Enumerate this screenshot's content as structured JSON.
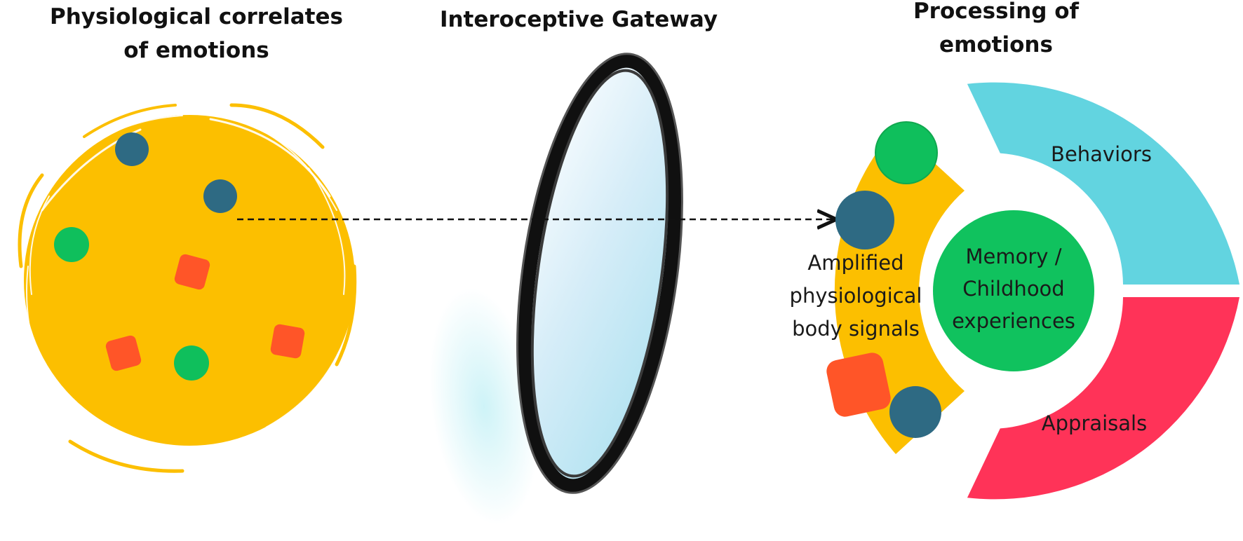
{
  "titles": {
    "left_line1": "Physiological correlates",
    "left_line2": "of emotions",
    "middle": "Interoceptive Gateway",
    "right_line1": "Processing of",
    "right_line2": "emotions"
  },
  "segments": {
    "behaviors": "Behaviors",
    "appraisals": "Appraisals",
    "amplified_line1": "Amplified",
    "amplified_line2": "physiological",
    "amplified_line3": "body signals",
    "center_line1": "Memory /",
    "center_line2": "Childhood",
    "center_line3": "experiences"
  },
  "colors": {
    "yellow": "#fcbf00",
    "teal": "#2e6a83",
    "green": "#0fbf5c",
    "orange": "#ff5528",
    "cyan": "#62d4e0",
    "red": "#ff3358",
    "center_green": "#10c25e"
  }
}
